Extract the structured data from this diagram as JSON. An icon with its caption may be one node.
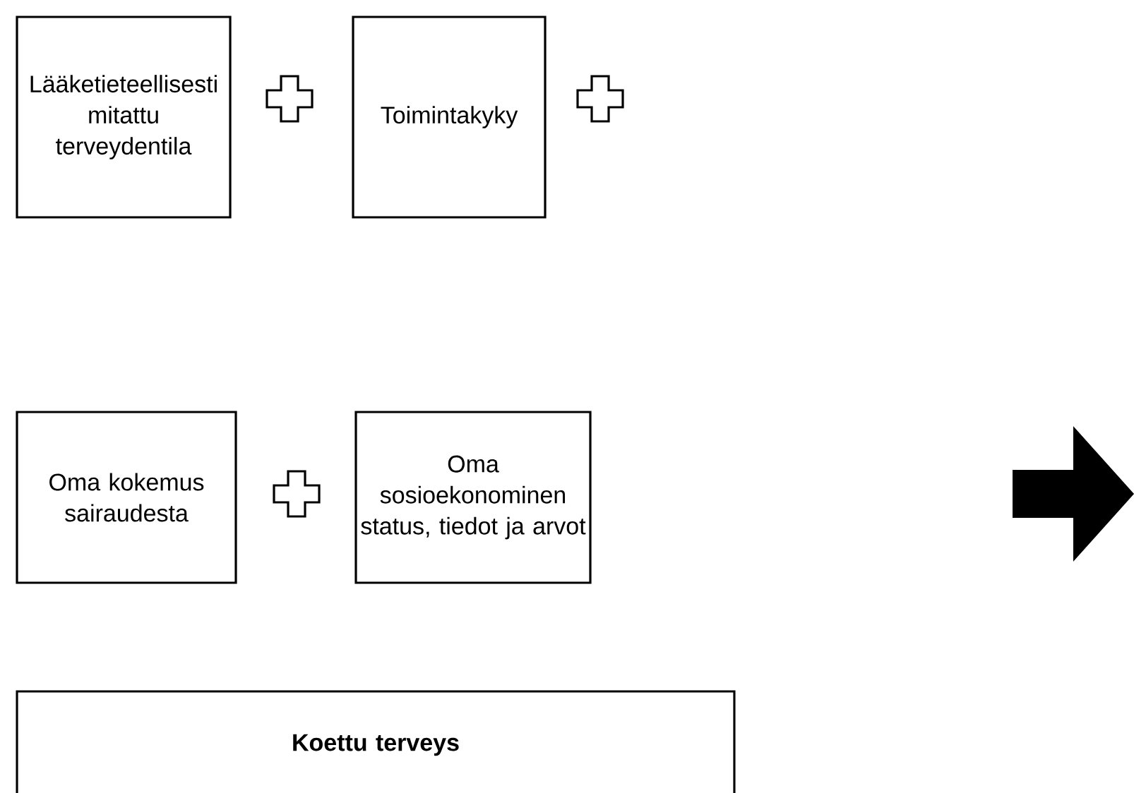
{
  "diagram": {
    "nodes": [
      {
        "text": [
          "Lääketieteellisesti mitattu terveydentila"
        ]
      },
      {
        "text": [
          "Toimintakyky"
        ]
      },
      {
        "text": [
          "Oma kokemus sairaudesta"
        ]
      },
      {
        "text": [
          "Oma sosioekonominen status, tiedot ja arvot"
        ]
      },
      {
        "text": [
          "Koettu terveys"
        ]
      }
    ]
  }
}
